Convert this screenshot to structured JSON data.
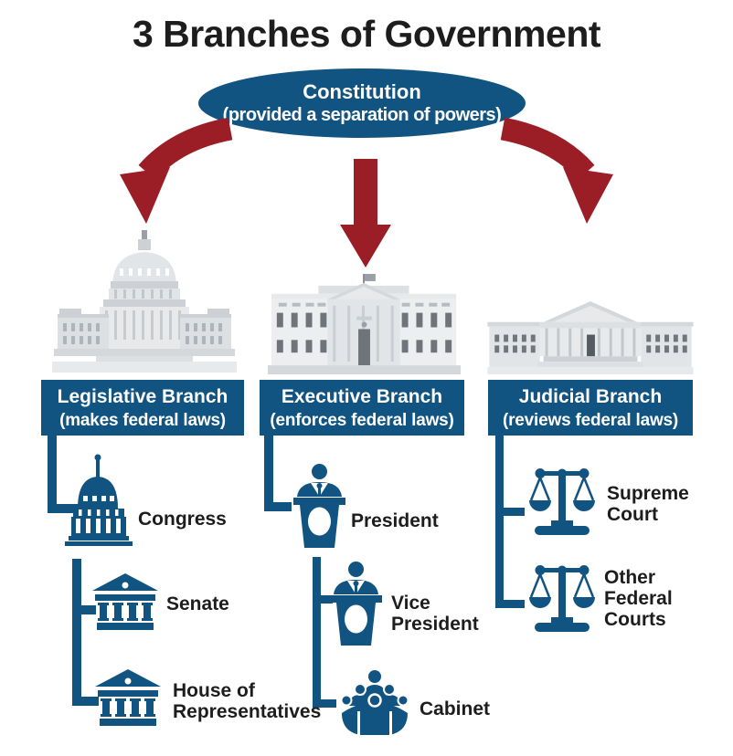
{
  "title": "3 Branches of Government",
  "constitution": {
    "title": "Constitution",
    "subtitle": "(provided a separation of powers)"
  },
  "branches": {
    "legislative": {
      "title": "Legislative Branch",
      "subtitle": "(makes federal laws)",
      "building_icon": "us-capitol-building",
      "items": {
        "congress": "Congress",
        "senate": "Senate",
        "house": "House of\nRepresentatives"
      }
    },
    "executive": {
      "title": "Executive Branch",
      "subtitle": "(enforces federal laws)",
      "building_icon": "white-house-building",
      "items": {
        "president": "President",
        "vice_president": "Vice\nPresident",
        "cabinet": "Cabinet"
      }
    },
    "judicial": {
      "title": "Judicial Branch",
      "subtitle": "(reviews federal laws)",
      "building_icon": "supreme-court-building",
      "items": {
        "supreme_court": "Supreme\nCourt",
        "other_courts": "Other\nFederal\nCourts"
      }
    }
  },
  "icons": {
    "congress": "capitol-dome-icon",
    "senate": "classical-building-icon",
    "house": "classical-building-icon",
    "president": "speaker-podium-icon",
    "vice_president": "speaker-podium-icon",
    "cabinet": "people-group-icon",
    "supreme_court": "scales-of-justice-icon",
    "other_courts": "scales-of-justice-icon"
  },
  "colors": {
    "blue": "#115381",
    "red": "#9B1D26",
    "building_gray": "#e2e5e8",
    "text_black": "#1d1d1d"
  }
}
